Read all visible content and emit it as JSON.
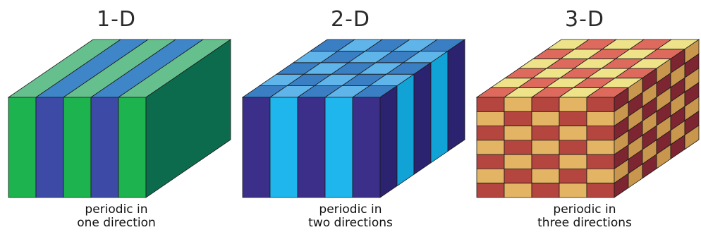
{
  "panels": [
    {
      "title": "1-D",
      "caption_line1": "periodic in",
      "caption_line2": "one direction",
      "colors": {
        "a": "#1db34e",
        "b": "#3d4aa6",
        "top_a": "#66c08e",
        "top_b": "#3f86c8",
        "side": "#0d6b4d"
      }
    },
    {
      "title": "2-D",
      "caption_line1": "periodic in",
      "caption_line2": "two directions",
      "colors": {
        "a": "#3b2f8a",
        "b": "#1fb6ee",
        "top_a": "#3a7ec4",
        "top_b": "#5fb4ea",
        "side_a": "#2b2370",
        "side_b": "#11a3d6"
      }
    },
    {
      "title": "3-D",
      "caption_line1": "periodic in",
      "caption_line2": "three directions",
      "colors": {
        "a": "#b5453f",
        "b": "#e2b463",
        "top_a": "#dd6a5c",
        "top_b": "#efe38a",
        "side_a": "#7d2530",
        "side_b": "#c8964c"
      }
    }
  ]
}
